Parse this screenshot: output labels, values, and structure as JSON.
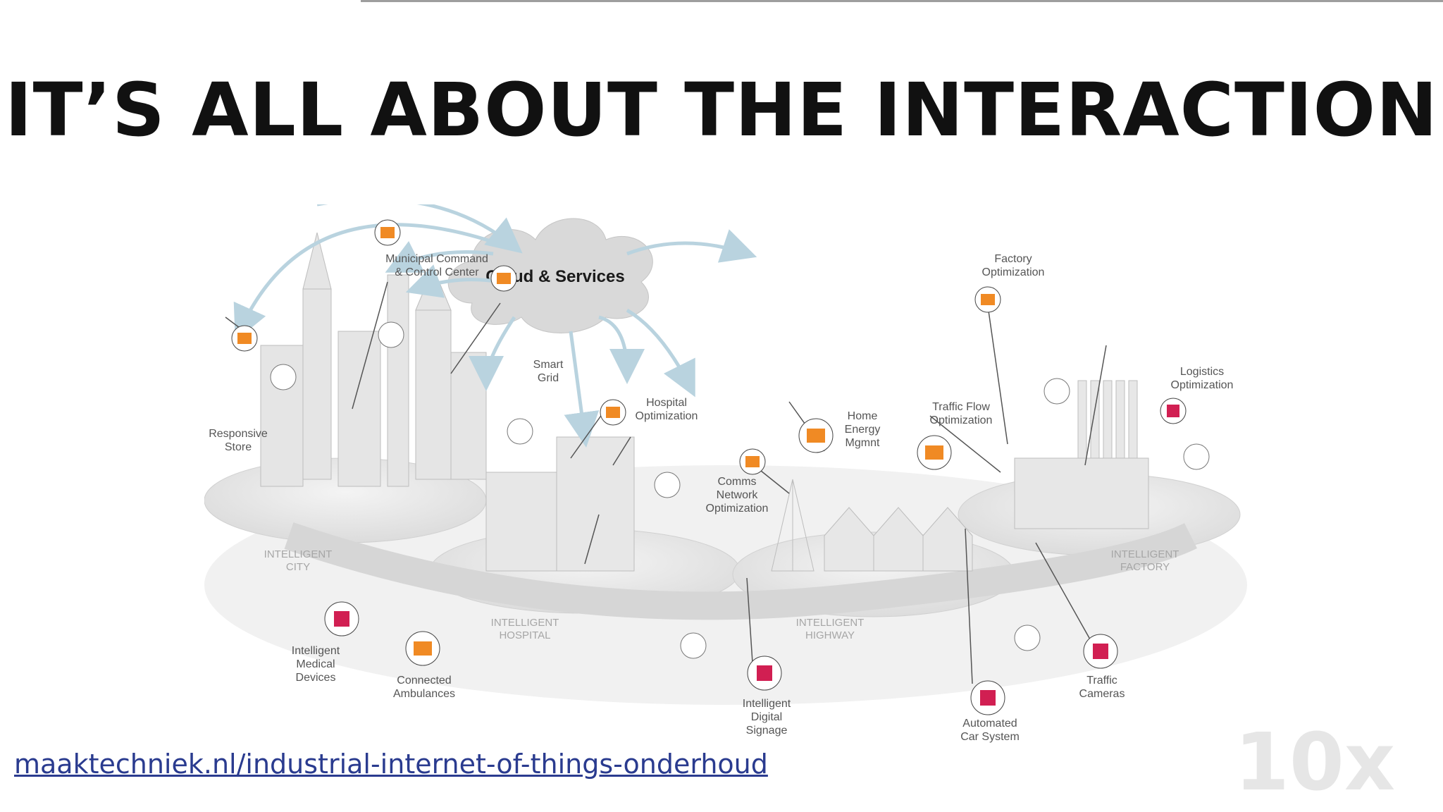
{
  "slide": {
    "title": "IT’S ALL ABOUT THE INTERACTION",
    "source_link": "maaktechniek.nl/industrial-internet-of-things-onderhoud",
    "logo_text": "10x"
  },
  "diagram": {
    "cloud": "Cloud & Services",
    "zones": {
      "city": [
        "INTELLIGENT",
        "CITY"
      ],
      "hospital": [
        "INTELLIGENT",
        "HOSPITAL"
      ],
      "highway": [
        "INTELLIGENT",
        "HIGHWAY"
      ],
      "factory": [
        "INTELLIGENT",
        "FACTORY"
      ]
    },
    "nodes": {
      "municipal": [
        "Municipal Command",
        "& Control Center"
      ],
      "smart_grid": [
        "Smart",
        "Grid"
      ],
      "responsive_store": [
        "Responsive",
        "Store"
      ],
      "hospital_opt": [
        "Hospital",
        "Optimization"
      ],
      "comms_network": [
        "Comms",
        "Network",
        "Optimization"
      ],
      "home_energy": [
        "Home",
        "Energy",
        "Mgmnt"
      ],
      "traffic_flow": [
        "Traffic Flow",
        "Optimization"
      ],
      "factory_opt": [
        "Factory",
        "Optimization"
      ],
      "logistics": [
        "Logistics",
        "Optimization"
      ],
      "medical_devices": [
        "Intelligent",
        "Medical",
        "Devices"
      ],
      "ambulances": [
        "Connected",
        "Ambulances"
      ],
      "digital_signage": [
        "Intelligent",
        "Digital",
        "Signage"
      ],
      "car_system": [
        "Automated",
        "Car System"
      ],
      "traffic_cameras": [
        "Traffic",
        "Cameras"
      ]
    }
  },
  "colors": {
    "arrow": "#b9d3df",
    "orange_node": "#f08a24",
    "red_node": "#d11f52",
    "link": "#2a3b8f"
  }
}
